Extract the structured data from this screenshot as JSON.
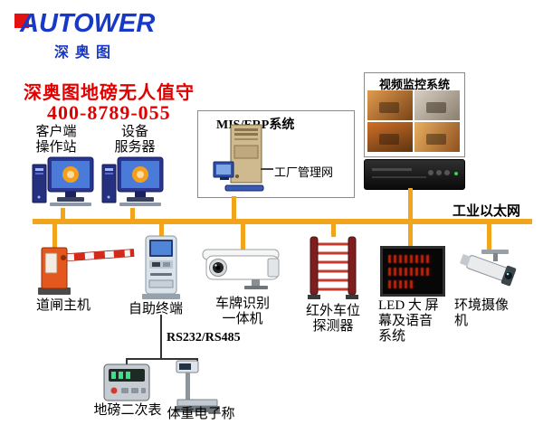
{
  "colors": {
    "bus": "#F2A41C",
    "red": "#E00000",
    "logo-blue": "#1838C8"
  },
  "logo": {
    "brand": "AUTOWER",
    "sub": "深奥图"
  },
  "header": {
    "title": "深奥图地磅无人值守",
    "phone": "400-8789-055"
  },
  "bus": {
    "label": "工业以太网"
  },
  "mis_box": {
    "label": "MIS/ERP系统",
    "network": "工厂管理网"
  },
  "video_box": {
    "label": "视频监控系统"
  },
  "nodes": {
    "client": {
      "lines": [
        "客户端",
        "操作站"
      ]
    },
    "server": {
      "lines": [
        "设备",
        "服务器"
      ]
    },
    "barrier": {
      "lines": [
        "道闸主机"
      ]
    },
    "kiosk": {
      "lines": [
        "自助终端"
      ]
    },
    "lpr": {
      "lines": [
        "车牌识别",
        "一体机"
      ]
    },
    "infrared": {
      "lines": [
        "红外车位",
        "探测器"
      ]
    },
    "led": {
      "lines": [
        "LED 大 屏",
        "幕及语音",
        "系统"
      ]
    },
    "envcam": {
      "lines": [
        "环境摄像",
        "机"
      ]
    },
    "indicator": {
      "lines": [
        "地磅二次表"
      ]
    },
    "scale": {
      "lines": [
        "体重电子称"
      ]
    }
  },
  "serial": {
    "label": "RS232/RS485"
  }
}
